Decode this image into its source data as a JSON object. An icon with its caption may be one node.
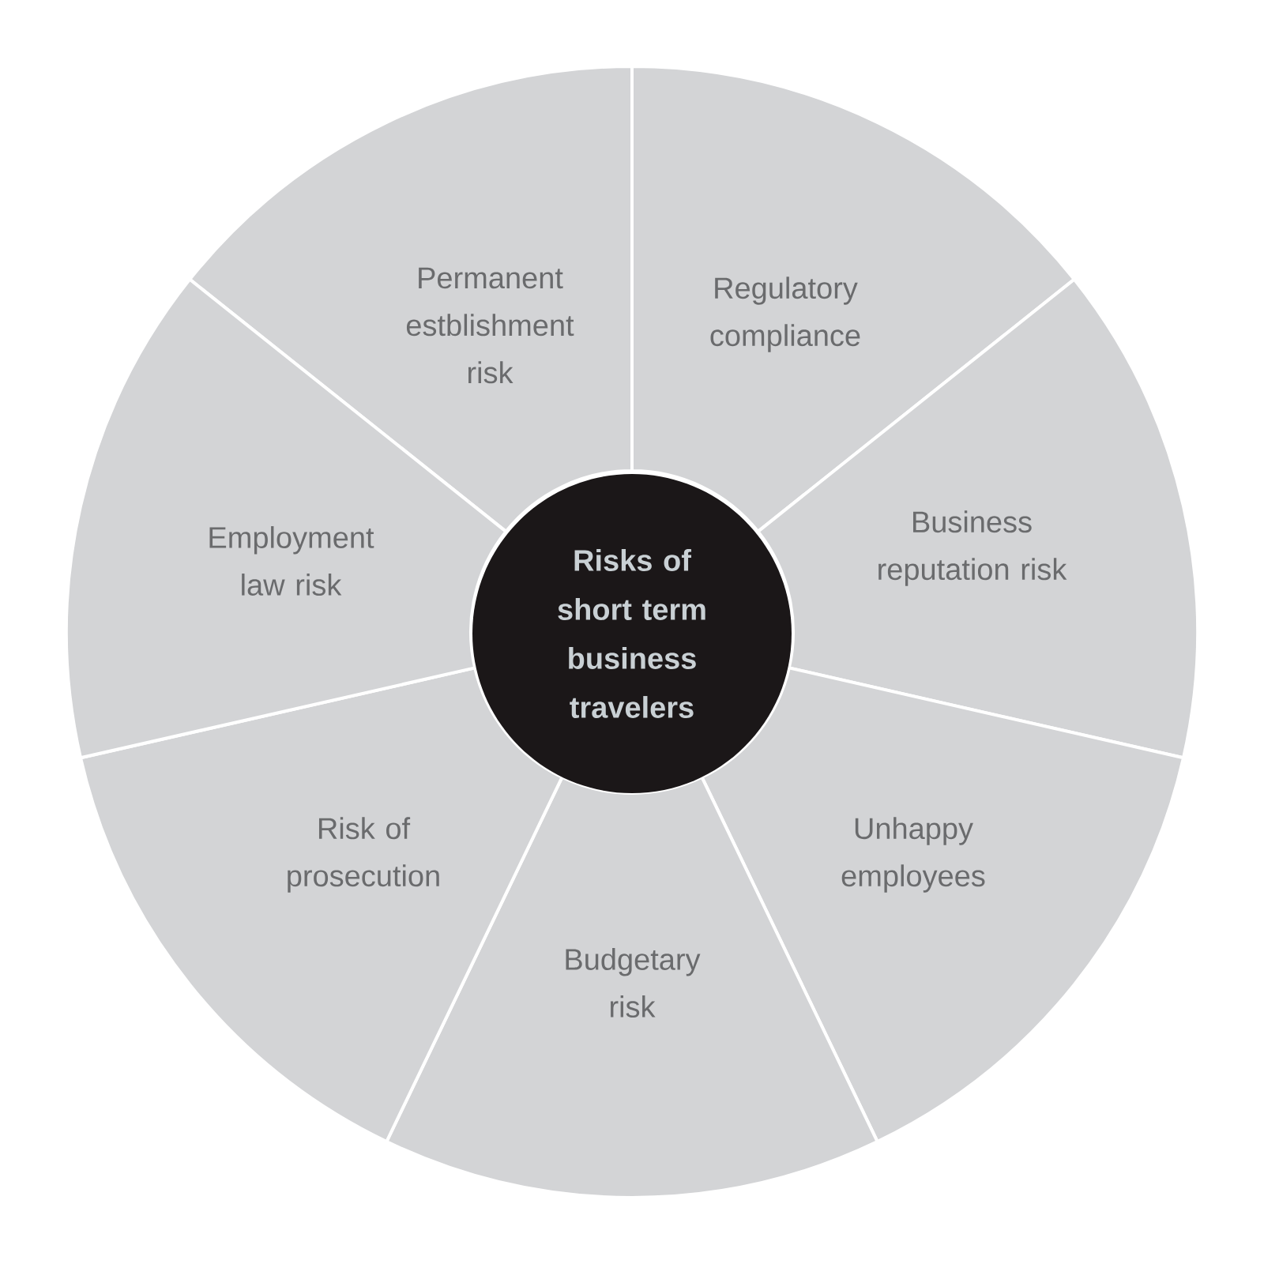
{
  "diagram": {
    "nodes": [
      {
        "text": [
          "Risks of short term business travelers"
        ]
      },
      {
        "text": [
          "Permanent estblishment risk"
        ]
      },
      {
        "text": [
          "Regulatory compliance"
        ]
      },
      {
        "text": [
          "Business reputation risk"
        ]
      },
      {
        "text": [
          "Unhappy employees"
        ]
      },
      {
        "text": [
          "Budgetary risk"
        ]
      },
      {
        "text": [
          "Risk of prosecution"
        ]
      },
      {
        "text": [
          "Employment law risk"
        ]
      }
    ]
  }
}
